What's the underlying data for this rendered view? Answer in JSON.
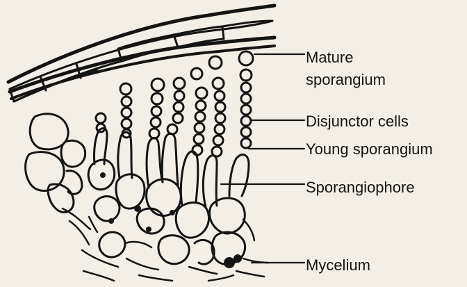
{
  "labels": {
    "mature_sporangium_line1": "Mature",
    "mature_sporangium_line2": "sporangium",
    "disjunctor_cells": "Disjunctor cells",
    "young_sporangium": "Young sporangium",
    "sporangiophore": "Sporangiophore",
    "mycelium": "Mycelium"
  },
  "colors": {
    "ink": "#141414",
    "paper": "#f3efe6"
  }
}
